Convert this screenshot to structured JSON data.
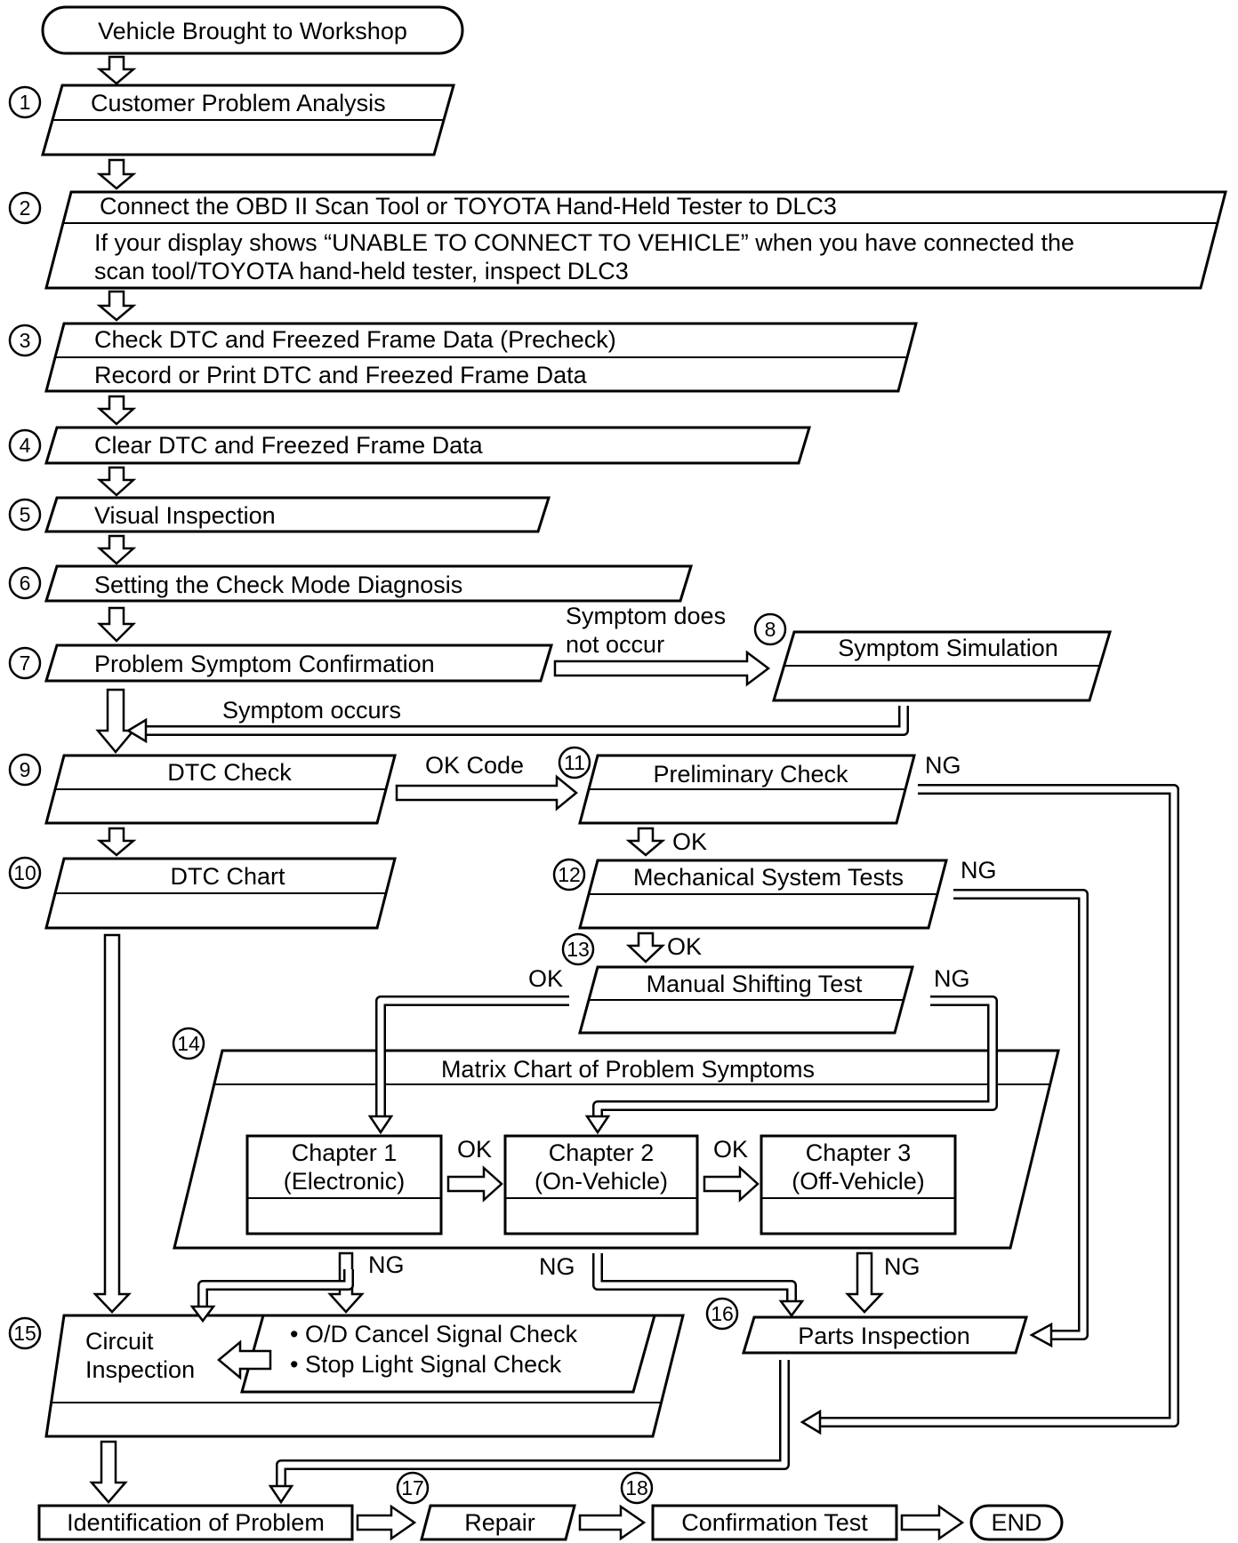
{
  "start": "Vehicle Brought to Workshop",
  "end": "END",
  "steps": {
    "s1": {
      "num": "1",
      "title": "Customer Problem Analysis"
    },
    "s2": {
      "num": "2",
      "title": "Connect the OBD II Scan Tool or TOYOTA Hand-Held Tester to DLC3",
      "note1": "If your display shows “UNABLE TO CONNECT TO VEHICLE” when you have connected the",
      "note2": "scan tool/TOYOTA hand-held tester, inspect DLC3"
    },
    "s3": {
      "num": "3",
      "title": "Check DTC and Freezed Frame Data (Precheck)",
      "note": "Record or Print DTC and Freezed Frame Data"
    },
    "s4": {
      "num": "4",
      "title": "Clear DTC and Freezed Frame Data"
    },
    "s5": {
      "num": "5",
      "title": "Visual Inspection"
    },
    "s6": {
      "num": "6",
      "title": "Setting the Check Mode Diagnosis"
    },
    "s7": {
      "num": "7",
      "title": "Problem Symptom Confirmation"
    },
    "s8": {
      "num": "8",
      "title": "Symptom Simulation"
    },
    "s9": {
      "num": "9",
      "title": "DTC Check"
    },
    "s10": {
      "num": "10",
      "title": "DTC Chart"
    },
    "s11": {
      "num": "11",
      "title": "Preliminary Check"
    },
    "s12": {
      "num": "12",
      "title": "Mechanical System Tests"
    },
    "s13": {
      "num": "13",
      "title": "Manual Shifting Test"
    },
    "s14": {
      "num": "14",
      "title": "Matrix Chart of Problem Symptoms",
      "ch1a": "Chapter 1",
      "ch1b": "(Electronic)",
      "ch2a": "Chapter 2",
      "ch2b": "(On-Vehicle)",
      "ch3a": "Chapter 3",
      "ch3b": "(Off-Vehicle)"
    },
    "s15": {
      "num": "15",
      "title1": "Circuit",
      "title2": "Inspection",
      "sub1": "• O/D Cancel Signal Check",
      "sub2": "• Stop Light Signal Check"
    },
    "s16": {
      "num": "16",
      "title": "Parts Inspection"
    },
    "s17": {
      "num": "17",
      "title": "Repair"
    },
    "s18": {
      "num": "18",
      "title": "Confirmation Test"
    },
    "identification": "Identification of Problem"
  },
  "labels": {
    "symptom_not_occur_1": "Symptom does",
    "symptom_not_occur_2": "not occur",
    "symptom_occurs": "Symptom occurs",
    "ok_code": "OK Code",
    "ok": "OK",
    "ng": "NG"
  }
}
